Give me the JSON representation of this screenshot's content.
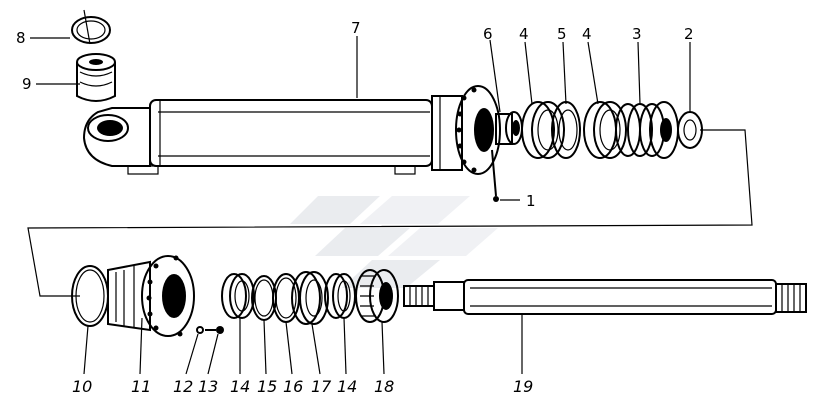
{
  "parts": {
    "p1": "1",
    "p2": "2",
    "p3": "3",
    "p4a": "4",
    "p4b": "4",
    "p5": "5",
    "p6": "6",
    "p7": "7",
    "p8": "8",
    "p9": "9",
    "p10": "10",
    "p11": "11",
    "p12": "12",
    "p13": "13",
    "p14a": "14",
    "p15": "15",
    "p16": "16",
    "p17": "17",
    "p14b": "14",
    "p18": "18",
    "p19": "19"
  },
  "colors": {
    "ink": "#000000",
    "paper": "#ffffff",
    "watermark": "#d9dde3"
  },
  "watermark_icon": "stylized-arrow-logo"
}
